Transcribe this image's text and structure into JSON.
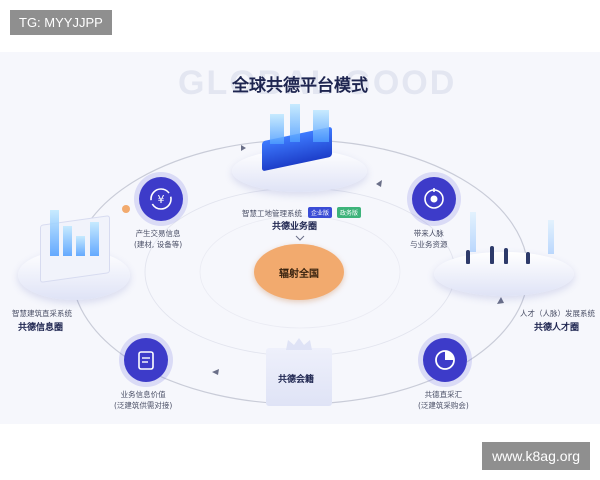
{
  "watermark_top_left": "TG: MYYJJPP",
  "watermark_bottom_right": "www.k8ag.org",
  "bg_watermark": "GLOBAL GOOD",
  "title": "全球共德平台模式",
  "center": "辐射全国",
  "top": {
    "caption": "智慧工地管理系统",
    "badge1": "企业版",
    "badge2": "政务版",
    "heading": "共德业务圈"
  },
  "left": {
    "caption": "智慧建筑直采系统",
    "heading": "共德信息圈"
  },
  "right": {
    "caption": "人才（人脉）发展系统",
    "heading": "共德人才圈"
  },
  "bottom": {
    "label": "共德会籍"
  },
  "nodes": {
    "trade": [
      "产生交易信息",
      "(建材, 设备等)"
    ],
    "people": [
      "带来人脉",
      "与业务资源"
    ],
    "price": [
      "业务信息价值",
      "(泛建筑供需对接)"
    ],
    "procure": [
      "共德直采汇",
      "(泛建筑采购会)"
    ]
  },
  "colors": {
    "node": "#3d3bc9",
    "center": "#f2aa6e",
    "title": "#1e2550",
    "badge1": "#3a4cd6",
    "badge2": "#3db37a"
  }
}
